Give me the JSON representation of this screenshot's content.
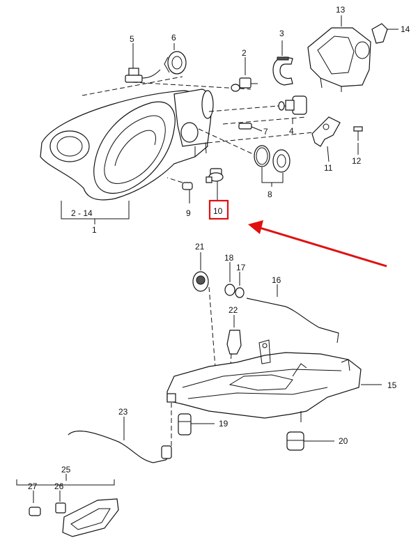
{
  "diagram": {
    "highlighted_part": "10",
    "highlight_color": "#e01010",
    "arrow_color": "#e01010",
    "callouts": {
      "p1": "1",
      "p2_14": "2 - 14",
      "p2": "2",
      "p3": "3",
      "p4": "4",
      "p5": "5",
      "p6": "6",
      "p7": "7",
      "p8": "8",
      "p9": "9",
      "p10": "10",
      "p11": "11",
      "p12": "12",
      "p13": "13",
      "p14": "14",
      "p15": "15",
      "p16": "16",
      "p17": "17",
      "p18": "18",
      "p19": "19",
      "p20": "20",
      "p21": "21",
      "p22": "22",
      "p23": "23",
      "p25": "25",
      "p26": "26",
      "p27": "27"
    }
  }
}
